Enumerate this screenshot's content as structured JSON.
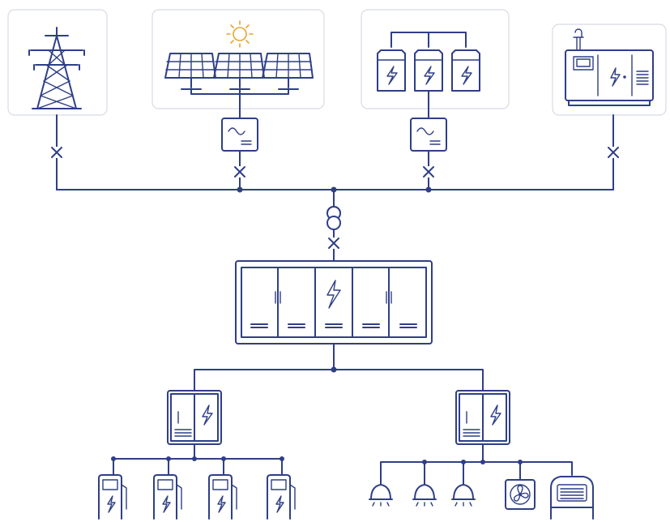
{
  "diagram": {
    "description_visible_text": [],
    "colors": {
      "line": "#2f3f86",
      "card_border": "#d8dbe6",
      "sun": "#e6a531",
      "background": "#ffffff"
    },
    "sources": [
      "utility-grid-tower",
      "solar-pv-array",
      "battery-storage",
      "diesel-generator"
    ],
    "loads": [
      "ev-charger",
      "ev-charger",
      "ev-charger",
      "ev-charger",
      "ceiling-lamp",
      "ceiling-lamp",
      "ceiling-lamp",
      "ventilation-fan",
      "hvac-unit"
    ]
  }
}
